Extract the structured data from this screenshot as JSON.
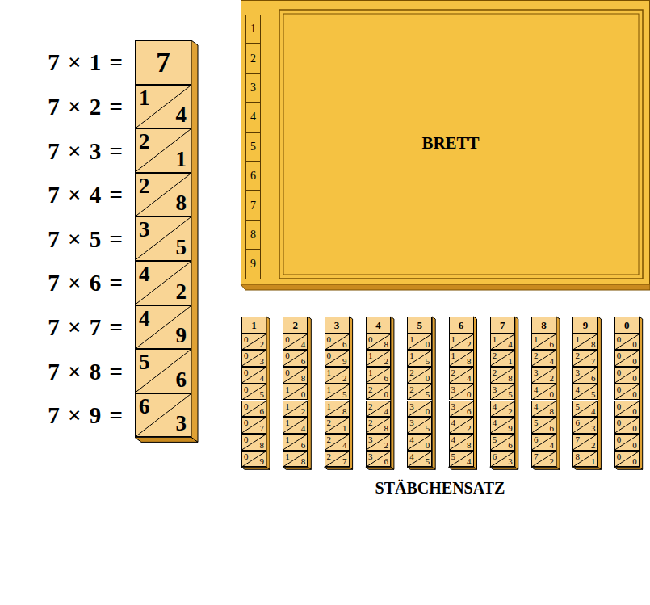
{
  "diagram": {
    "nodes": [
      {
        "text": [
          "7"
        ]
      },
      {
        "text": [
          "1",
          "4"
        ]
      },
      {
        "text": [
          "2",
          "1"
        ]
      },
      {
        "text": [
          "2",
          "8"
        ]
      },
      {
        "text": [
          "3",
          "5"
        ]
      },
      {
        "text": [
          "4",
          "2"
        ]
      },
      {
        "text": [
          "4",
          "9"
        ]
      },
      {
        "text": [
          "5",
          "6"
        ]
      },
      {
        "text": [
          "6",
          "3"
        ]
      },
      {
        "text": [
          "BRETT"
        ]
      },
      {
        "text": [
          "1"
        ],
        "in": 9
      },
      {
        "text": [
          "2"
        ],
        "in": 9
      },
      {
        "text": [
          "3"
        ],
        "in": 9
      },
      {
        "text": [
          "4"
        ],
        "in": 9
      },
      {
        "text": [
          "5"
        ],
        "in": 9
      },
      {
        "text": [
          "6"
        ],
        "in": 9
      },
      {
        "text": [
          "7"
        ],
        "in": 9
      },
      {
        "text": [
          "8"
        ],
        "in": 9
      },
      {
        "text": [
          "9"
        ],
        "in": 9
      },
      {
        "text": [
          "1"
        ]
      },
      {
        "text": [
          "0",
          "2"
        ]
      },
      {
        "text": [
          "0",
          "3"
        ]
      },
      {
        "text": [
          "0",
          "4"
        ]
      },
      {
        "text": [
          "0",
          "5"
        ]
      },
      {
        "text": [
          "0",
          "6"
        ]
      },
      {
        "text": [
          "0",
          "7"
        ]
      },
      {
        "text": [
          "0",
          "8"
        ]
      },
      {
        "text": [
          "0",
          "9"
        ]
      },
      {
        "text": [
          "2"
        ]
      },
      {
        "text": [
          "0",
          "4"
        ]
      },
      {
        "text": [
          "0",
          "6"
        ]
      },
      {
        "text": [
          "0",
          "8"
        ]
      },
      {
        "text": [
          "1",
          "0"
        ]
      },
      {
        "text": [
          "1",
          "2"
        ]
      },
      {
        "text": [
          "1",
          "4"
        ]
      },
      {
        "text": [
          "1",
          "6"
        ]
      },
      {
        "text": [
          "1",
          "8"
        ]
      },
      {
        "text": [
          "3"
        ]
      },
      {
        "text": [
          "0",
          "6"
        ]
      },
      {
        "text": [
          "0",
          "9"
        ]
      },
      {
        "text": [
          "1",
          "2"
        ]
      },
      {
        "text": [
          "1",
          "5"
        ]
      },
      {
        "text": [
          "1",
          "8"
        ]
      },
      {
        "text": [
          "2",
          "1"
        ]
      },
      {
        "text": [
          "2",
          "4"
        ]
      },
      {
        "text": [
          "2",
          "7"
        ]
      },
      {
        "text": [
          "4"
        ]
      },
      {
        "text": [
          "0",
          "8"
        ]
      },
      {
        "text": [
          "1",
          "2"
        ]
      },
      {
        "text": [
          "1",
          "6"
        ]
      },
      {
        "text": [
          "2",
          "0"
        ]
      },
      {
        "text": [
          "2",
          "4"
        ]
      },
      {
        "text": [
          "2",
          "8"
        ]
      },
      {
        "text": [
          "3",
          "2"
        ]
      },
      {
        "text": [
          "3",
          "6"
        ]
      },
      {
        "text": [
          "5"
        ]
      },
      {
        "text": [
          "1",
          "0"
        ]
      },
      {
        "text": [
          "1",
          "5"
        ]
      },
      {
        "text": [
          "2",
          "0"
        ]
      },
      {
        "text": [
          "2",
          "5"
        ]
      },
      {
        "text": [
          "3",
          "0"
        ]
      },
      {
        "text": [
          "3",
          "5"
        ]
      },
      {
        "text": [
          "4",
          "0"
        ]
      },
      {
        "text": [
          "4",
          "5"
        ]
      },
      {
        "text": [
          "6"
        ]
      },
      {
        "text": [
          "1",
          "2"
        ]
      },
      {
        "text": [
          "1",
          "8"
        ]
      },
      {
        "text": [
          "2",
          "4"
        ]
      },
      {
        "text": [
          "3",
          "0"
        ]
      },
      {
        "text": [
          "3",
          "6"
        ]
      },
      {
        "text": [
          "4",
          "2"
        ]
      },
      {
        "text": [
          "4",
          "8"
        ]
      },
      {
        "text": [
          "5",
          "4"
        ]
      },
      {
        "text": [
          "7"
        ]
      },
      {
        "text": [
          "1",
          "4"
        ]
      },
      {
        "text": [
          "2",
          "1"
        ]
      },
      {
        "text": [
          "2",
          "8"
        ]
      },
      {
        "text": [
          "3",
          "5"
        ]
      },
      {
        "text": [
          "4",
          "2"
        ]
      },
      {
        "text": [
          "4",
          "9"
        ]
      },
      {
        "text": [
          "5",
          "6"
        ]
      },
      {
        "text": [
          "6",
          "3"
        ]
      },
      {
        "text": [
          "8"
        ]
      },
      {
        "text": [
          "1",
          "6"
        ]
      },
      {
        "text": [
          "2",
          "4"
        ]
      },
      {
        "text": [
          "3",
          "2"
        ]
      },
      {
        "text": [
          "4",
          "0"
        ]
      },
      {
        "text": [
          "4",
          "8"
        ]
      },
      {
        "text": [
          "5",
          "6"
        ]
      },
      {
        "text": [
          "6",
          "4"
        ]
      },
      {
        "text": [
          "7",
          "2"
        ]
      },
      {
        "text": [
          "9"
        ]
      },
      {
        "text": [
          "1",
          "8"
        ]
      },
      {
        "text": [
          "2",
          "7"
        ]
      },
      {
        "text": [
          "3",
          "6"
        ]
      },
      {
        "text": [
          "4",
          "5"
        ]
      },
      {
        "text": [
          "5",
          "4"
        ]
      },
      {
        "text": [
          "6",
          "3"
        ]
      },
      {
        "text": [
          "7",
          "2"
        ]
      },
      {
        "text": [
          "8",
          "1"
        ]
      },
      {
        "text": [
          "0"
        ]
      },
      {
        "text": [
          "0",
          "0"
        ]
      },
      {
        "text": [
          "0",
          "0"
        ]
      },
      {
        "text": [
          "0",
          "0"
        ]
      },
      {
        "text": [
          "0",
          "0"
        ]
      },
      {
        "text": [
          "0",
          "0"
        ]
      },
      {
        "text": [
          "0",
          "0"
        ]
      },
      {
        "text": [
          "0",
          "0"
        ]
      },
      {
        "text": [
          "0",
          "0"
        ]
      }
    ],
    "labels": [
      "7 × 1 =",
      "7 × 2 =",
      "7 × 3 =",
      "7 × 4 =",
      "7 × 5 =",
      "7 × 6 =",
      "7 × 7 =",
      "7 × 8 =",
      "7 × 9 =",
      "STÄBCHENSATZ"
    ]
  }
}
